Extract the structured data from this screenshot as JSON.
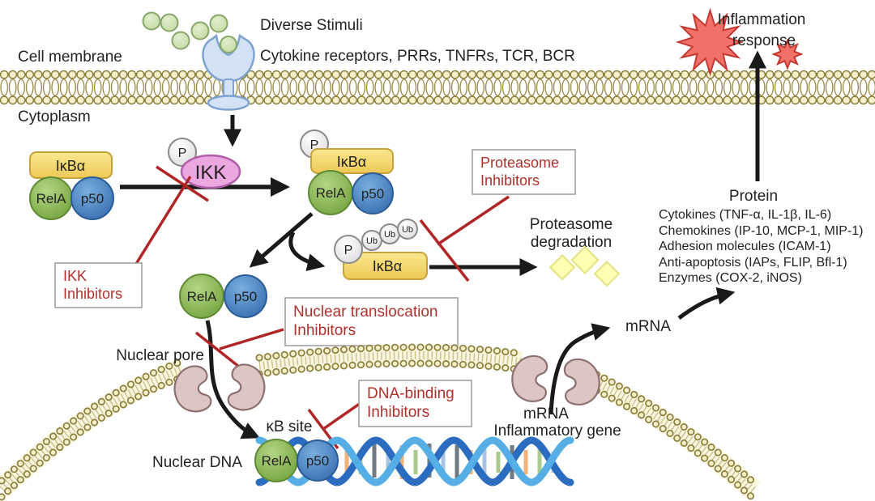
{
  "membrane": {
    "cell_membrane": "Cell membrane",
    "cytoplasm": "Cytoplasm"
  },
  "stimuli": {
    "label": "Diverse Stimuli",
    "receptors": "Cytokine receptors, PRRs, TNFRs, TCR, BCR"
  },
  "molecules": {
    "ikba": "IκBα",
    "rela": "RelA",
    "p50": "p50",
    "ikk": "IKK",
    "p": "P",
    "ub": "Ub"
  },
  "inhibitors": {
    "ikk": {
      "line1": "IKK",
      "line2": "Inhibitors"
    },
    "proteasome": {
      "line1": "Proteasome",
      "line2": "Inhibitors"
    },
    "nuclear_translocation": {
      "line1": "Nuclear translocation",
      "line2": "Inhibitors"
    },
    "dna_binding": {
      "line1": "DNA-binding",
      "line2": "Inhibitors"
    }
  },
  "degradation": {
    "line1": "Proteasome",
    "line2": "degradation"
  },
  "nucleus": {
    "pore_label": "Nuclear pore",
    "dna_label": "Nuclear DNA",
    "kb_site": "κB site",
    "mrna": "mRNA",
    "gene": "Inflammatory gene"
  },
  "output": {
    "mrna": "mRNA",
    "protein_title": "Protein",
    "protein_items": [
      "Cytokines (TNF-α, IL-1β, IL-6)",
      "Chemokines (IP-10, MCP-1, MIP-1)",
      "Adhesion molecules (ICAM-1)",
      "Anti-apoptosis (IAPs, FLIP, Bfl-1)",
      "Enzymes (COX-2, iNOS)"
    ],
    "inflammation_line1": "Inflammation",
    "inflammation_line2": "response"
  },
  "colors": {
    "membrane_olive": "#8c7e3e",
    "membrane_fill": "#f6f0ca",
    "ikba_yellow": "#f5dd78",
    "rela_green": "#8ab84f",
    "p50_blue": "#4d87c7",
    "ikk_pink": "#e9a0dd",
    "inhibitor_red": "#b0302c",
    "starburst_red": "#ef7168",
    "dna_light_blue": "#56aee6",
    "dna_dark_blue": "#2a6cc0",
    "pore_pink": "#dcc5c3",
    "diamond_yellow": "#ffffb4"
  }
}
